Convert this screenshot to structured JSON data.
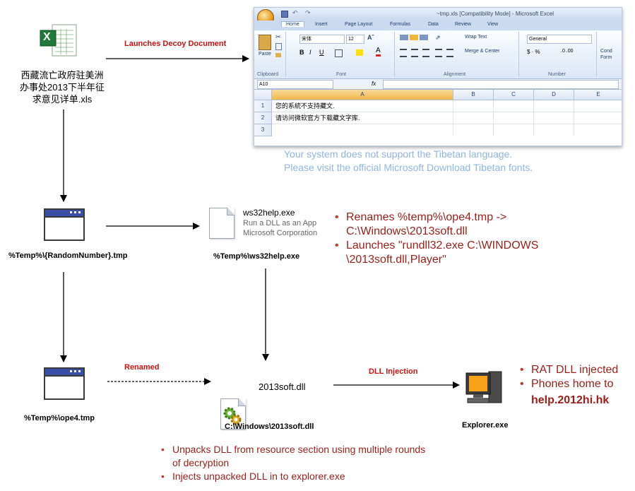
{
  "xls_icon_letter": "X",
  "xls_filename_lines": [
    "西藏流亡政府驻美洲",
    "办事处2013下半年征",
    "求意见详单.xls"
  ],
  "edge_launches_decoy": "Launches Decoy Document",
  "edge_renamed": "Renamed",
  "edge_dll_injection": "DLL Injection",
  "excel": {
    "title": "~tmp.xls  [Compatibility Mode] - Microsoft Excel",
    "tabs": [
      "Home",
      "Insert",
      "Page Layout",
      "Formulas",
      "Data",
      "Review",
      "View"
    ],
    "paste_label": "Paste",
    "font_name": "宋体",
    "font_size": "12",
    "wrap_text": "Wrap Text",
    "merge_center": "Merge & Center",
    "number_format": "General",
    "cond_format_1": "Cond",
    "cond_format_2": "Form",
    "groups": [
      "Clipboard",
      "Font",
      "Alignment",
      "Number"
    ],
    "name_box": "A10",
    "fx": "fx",
    "columns": [
      "A",
      "B",
      "C",
      "D",
      "E"
    ],
    "rows": [
      "1",
      "2",
      "3"
    ],
    "cell_a1": "您的系統不支持藏文.",
    "cell_a2": "请访问微软官方下载藏文字库."
  },
  "translation_lines": [
    "Your system does not support the Tibetan language.",
    "Please visit the official Microsoft Download Tibetan fonts."
  ],
  "random_tmp_label": "%Temp%\\{RandomNumber}.tmp",
  "ws32help": {
    "name": "ws32help.exe",
    "desc": "Run a DLL as an App",
    "company": "Microsoft Corporation",
    "caption": "%Temp%\\ws32help.exe"
  },
  "ws32help_bullets": [
    "Renames %temp%\\ope4.tmp -> C:\\Windows\\2013soft.dll",
    "Launches \"rundll32.exe C:\\WINDOWS \\2013soft.dll,Player\""
  ],
  "ope4_label": "%Temp%\\ope4.tmp",
  "soft_dll": {
    "name": "2013soft.dll",
    "caption": "C:\\Windows\\2013soft.dll"
  },
  "explorer_caption": "Explorer.exe",
  "explorer_bullets": [
    "RAT DLL injected",
    "Phones home to"
  ],
  "explorer_host": "help.2012hi.hk",
  "dll_bullets": [
    "Unpacks DLL from resource section using multiple rounds of decryption",
    "Injects unpacked DLL in to explorer.exe"
  ]
}
